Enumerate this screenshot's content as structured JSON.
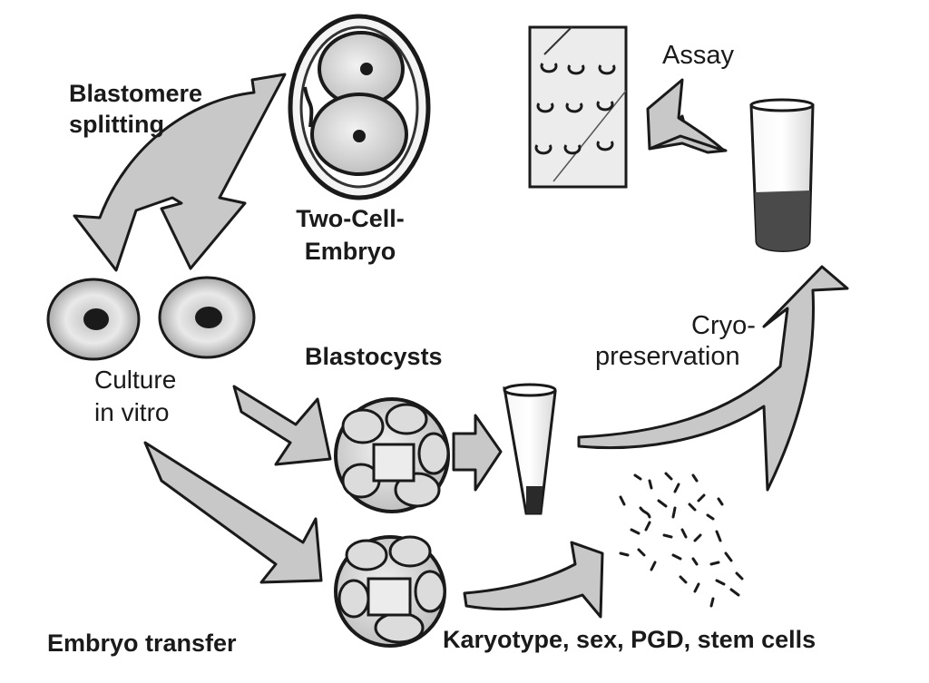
{
  "labels": {
    "blastomere_splitting_1": "Blastomere",
    "blastomere_splitting_2": "splitting",
    "two_cell_embryo_1": "Two-Cell-",
    "two_cell_embryo_2": "Embryo",
    "assay": "Assay",
    "culture_1": "Culture",
    "culture_2": "in vitro",
    "blastocysts": "Blastocysts",
    "cryo_1": "Cryo-",
    "cryo_2": "preservation",
    "embryo_transfer": "Embryo transfer",
    "karyotype": "Karyotype, sex, PGD, stem cells"
  },
  "colors": {
    "arrow_fill": "#c8c8c8",
    "ink": "#1a1a1a",
    "cell_fill": "#e4e4e4"
  }
}
